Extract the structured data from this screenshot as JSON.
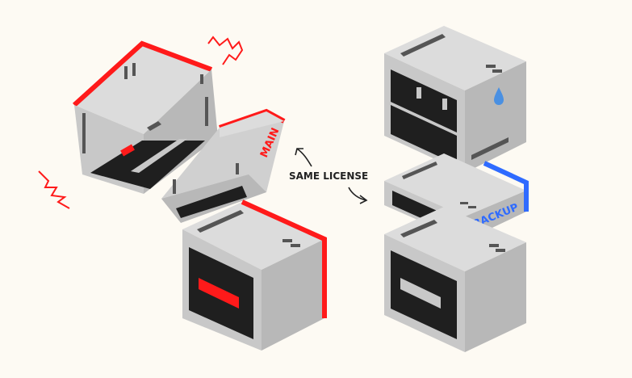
{
  "labels": {
    "main": "MAIN",
    "backup": "BACKUP",
    "same_license": "SAME LICENSE"
  },
  "colors": {
    "background": "#fdfaf3",
    "main_accent": "#ff1a1a",
    "backup_accent": "#2f6bff",
    "top_face": "#dcdcdc",
    "left_face": "#c8c8c8",
    "right_face": "#b4b4b4",
    "panel": "#1f1f1f",
    "outline": "#222222",
    "drop": "#4a90e2"
  },
  "icons": {
    "arrow_main": "curved-arrow-icon",
    "arrow_backup": "curved-arrow-icon",
    "drop": "water-drop-icon",
    "spark": "zigzag-spark-icon"
  }
}
